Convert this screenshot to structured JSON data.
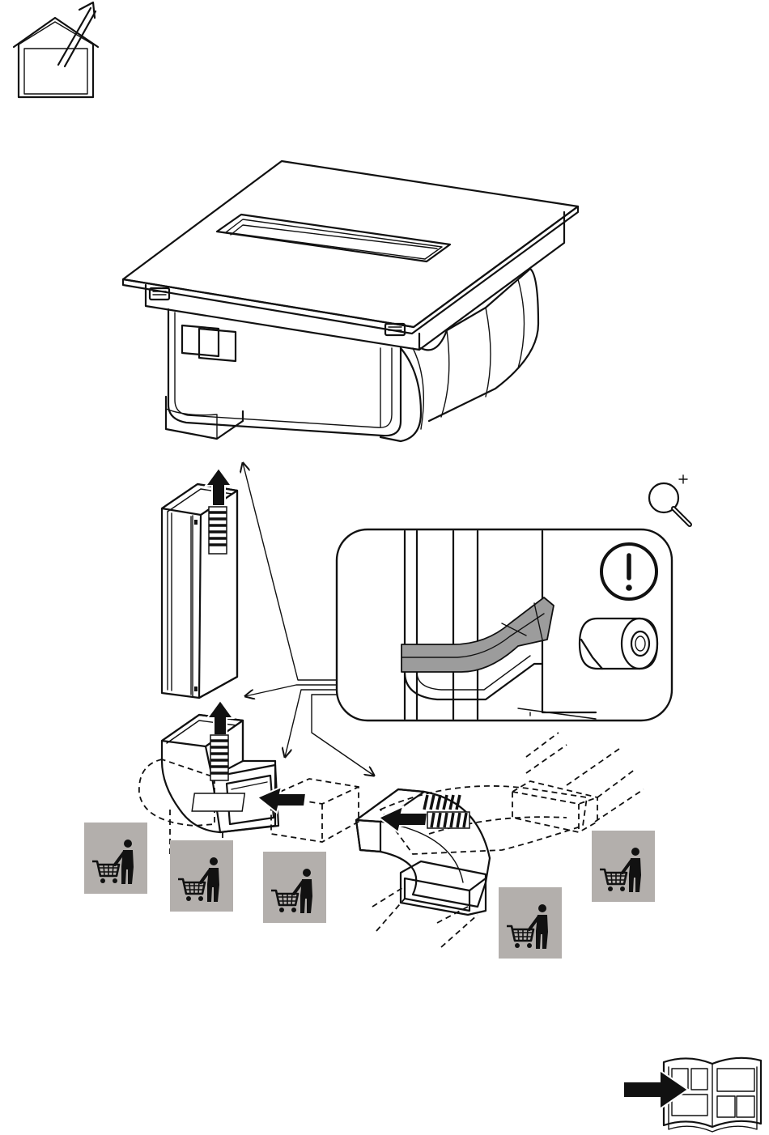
{
  "colors": {
    "line": "#111111",
    "duct_fill": "#b9b9b9",
    "duct_dark": "#8a8a8a",
    "ghost_fill": "#c8c8c8",
    "badge_bg": "#b3afac",
    "tape": "#9a9a9a",
    "panel_bg": "#ffffff"
  },
  "icons": {
    "ventilation": "exhaust-to-outside-icon",
    "zoom": "magnifier-zoom-in-icon",
    "warning": "exclamation-circle-icon",
    "tape": "adhesive-tape-roll-icon",
    "accessory": "shopping-cart-person-icon",
    "manual": "open-book-arrow-icon"
  },
  "diagram": {
    "components": [
      "cooktop-with-downdraft",
      "vertical-duct",
      "duct-elbow",
      "straight-duct-piece",
      "flat-duct-bend",
      "extension-duct-piece"
    ],
    "accessory_badge_count": 5
  }
}
